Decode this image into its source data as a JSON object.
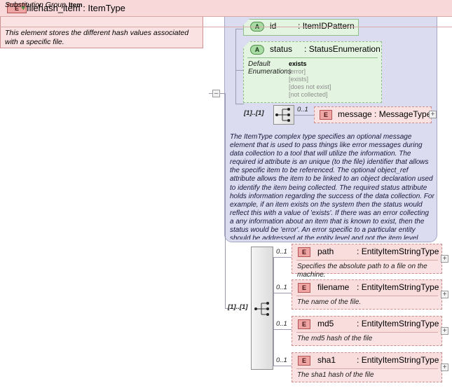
{
  "diagram": {
    "kind": "xsd-schema-documentation",
    "colors": {
      "element_fill": "#fbe2e2",
      "element_header": "#f9dcdc",
      "element_border": "#d08f8f",
      "attribute_fill": "#e3f5e0",
      "attribute_border": "#8fbf8a",
      "complextype_fill": "#dcdcf0",
      "complextype_border": "#a7a7c4",
      "badge_e": "#f0a5a5",
      "badge_a": "#a9dca4",
      "badge_ct": "#cdcde8",
      "plus_green": "#2f8f2f"
    }
  },
  "root_element": {
    "badge": "E",
    "expander": "+",
    "name": "filehash_item",
    "separator": ":",
    "type": "ItemType",
    "title": "filehash_item : ItemType",
    "substitution_group_label": "Substitution Group",
    "substitution_group_value": "Item",
    "description": "This element stores the different hash values associated with a specific file.",
    "collapse_toggle": "–"
  },
  "complex_type": {
    "badge": "CT",
    "name": "ItemType",
    "documentation": "The ItemType complex type specifies an optional message element that is used to pass things like error messages during data collection to a tool that will utilize the information. The required id attribute is an unique (to the file) identifier that allows the specific item to be referenced. The optional object_ref attribute allows the item to be linked to an object declaration used to identify the item being collected. The required status attribute holds information regarding the success of the data collection. For example, if an item exists on the system then the status would reflect this with a value of 'exists'. If there was an error collecting a any information about an item that is known to exist, then the status would be 'error'. An error specific to a particular entity should be addressed at the entity level and not the item level. Note that an item should not have a status of 'does not exist' as there simply would be no item element in the system characteristics file for this case. If part of the object declaration do",
    "attributes": [
      {
        "badge": "A",
        "name": "id",
        "separator": ":",
        "type": "ItemIDPattern",
        "style": "solid"
      },
      {
        "badge": "A",
        "name": "status",
        "separator": ":",
        "type": "StatusEnumeration",
        "style": "dashed",
        "facet_label_line1": "Default",
        "facet_label_line2": "Enumerations",
        "default_value": "exists",
        "enumerations": [
          "[error]",
          "[exists]",
          "[does not exist]",
          "[not collected]"
        ]
      }
    ],
    "sequence": {
      "cardinality": "[1]..[1]",
      "icon": "sequence-compositor"
    },
    "children": [
      {
        "badge": "E",
        "occurrence": "0..1",
        "name": "message",
        "separator": ":",
        "type": "MessageType",
        "title": "message : MessageType",
        "expander": "+"
      }
    ]
  },
  "content_model": {
    "sequence": {
      "cardinality": "[1]..[1]",
      "icon": "sequence-compositor"
    },
    "elements": [
      {
        "badge": "E",
        "occurrence": "0..1",
        "name": "path",
        "separator": ":",
        "type": "EntityItemStringType",
        "description": "Specifies the absolute path to a file on the machine.",
        "expander": "+"
      },
      {
        "badge": "E",
        "occurrence": "0..1",
        "name": "filename",
        "separator": ":",
        "type": "EntityItemStringType",
        "description": "The name of the file.",
        "expander": "+"
      },
      {
        "badge": "E",
        "occurrence": "0..1",
        "name": "md5",
        "separator": ":",
        "type": "EntityItemStringType",
        "description": "The md5 hash of the file",
        "expander": "+"
      },
      {
        "badge": "E",
        "occurrence": "0..1",
        "name": "sha1",
        "separator": ":",
        "type": "EntityItemStringType",
        "description": "The sha1 hash of the file",
        "expander": "+"
      }
    ]
  }
}
